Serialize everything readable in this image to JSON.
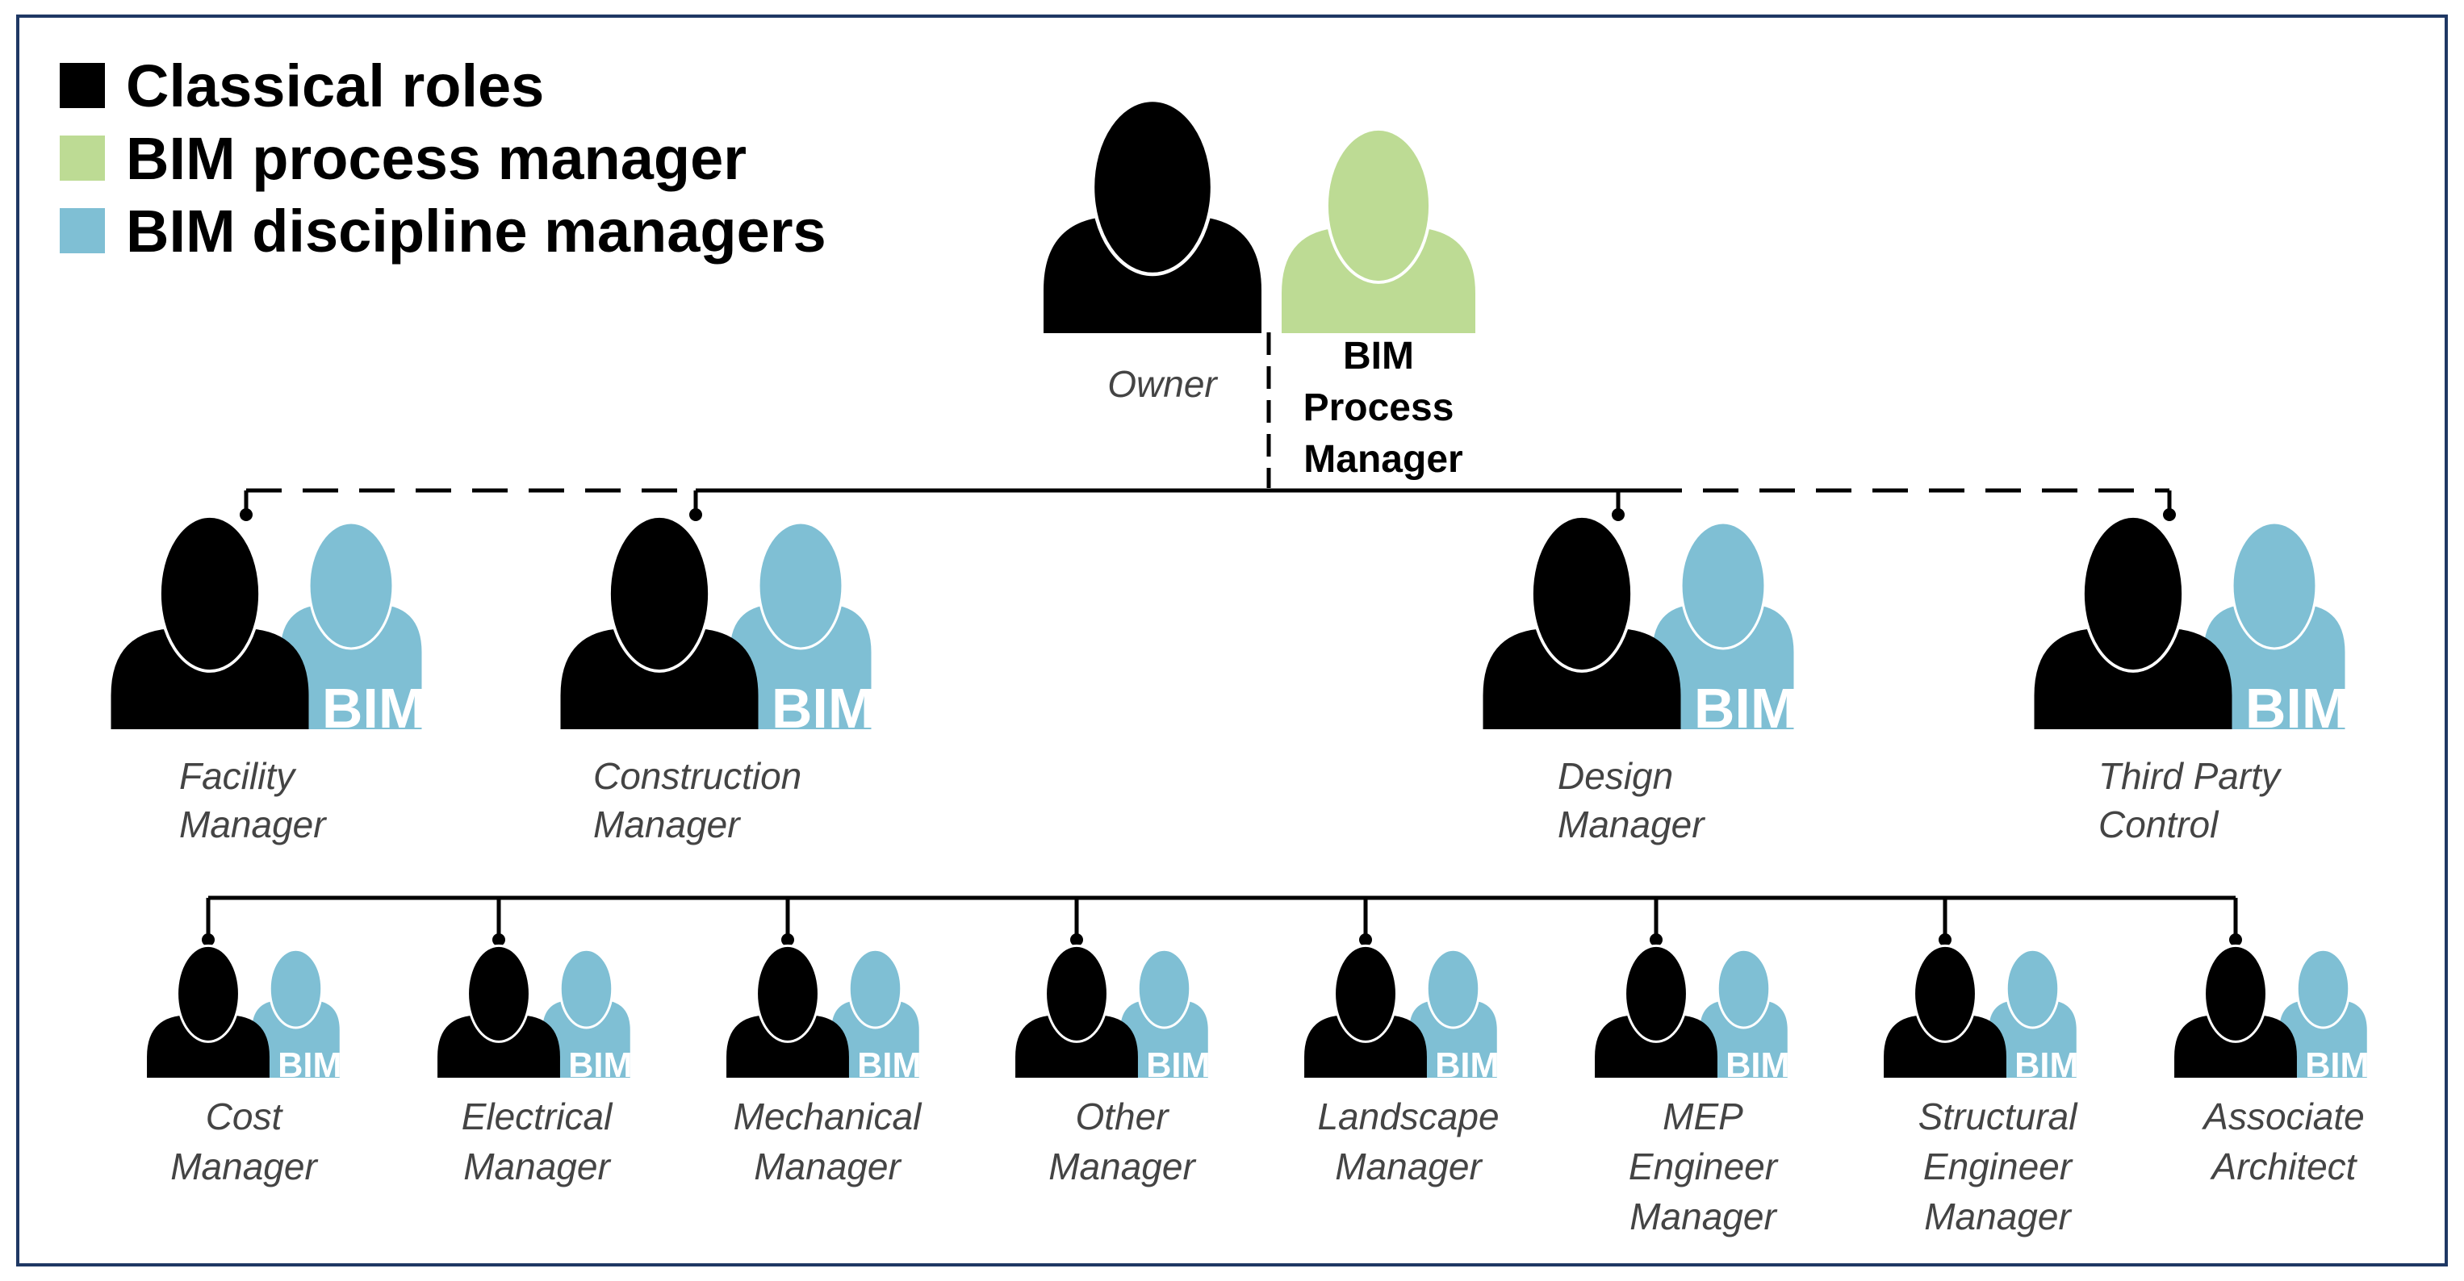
{
  "legend": {
    "classical": "Classical roles",
    "bim_process": "BIM process manager",
    "bim_discipline": "BIM discipline managers"
  },
  "colors": {
    "classical": "#000000",
    "bim_process": "#bddb94",
    "bim_discipline": "#7fbfd4",
    "frame": "#1f3864"
  },
  "owner": {
    "label": "Owner"
  },
  "bim_process_manager": {
    "lines": [
      "BIM",
      "Process",
      "Manager"
    ]
  },
  "bim_mark": "BIM",
  "level1": [
    {
      "lines": [
        "Facility",
        "Manager"
      ]
    },
    {
      "lines": [
        "Construction",
        "Manager"
      ]
    },
    {
      "lines": [
        "Design",
        "Manager"
      ]
    },
    {
      "lines": [
        "Third Party",
        "Control"
      ]
    }
  ],
  "level2": [
    {
      "lines": [
        "Cost",
        "Manager"
      ]
    },
    {
      "lines": [
        "Electrical",
        "Manager"
      ]
    },
    {
      "lines": [
        "Mechanical",
        "Manager"
      ]
    },
    {
      "lines": [
        "Other",
        "Manager"
      ]
    },
    {
      "lines": [
        "Landscape",
        "Manager"
      ]
    },
    {
      "lines": [
        "MEP",
        "Engineer",
        "Manager"
      ]
    },
    {
      "lines": [
        "Structural",
        "Engineer",
        "Manager"
      ]
    },
    {
      "lines": [
        "Associate",
        "Architect"
      ]
    }
  ]
}
